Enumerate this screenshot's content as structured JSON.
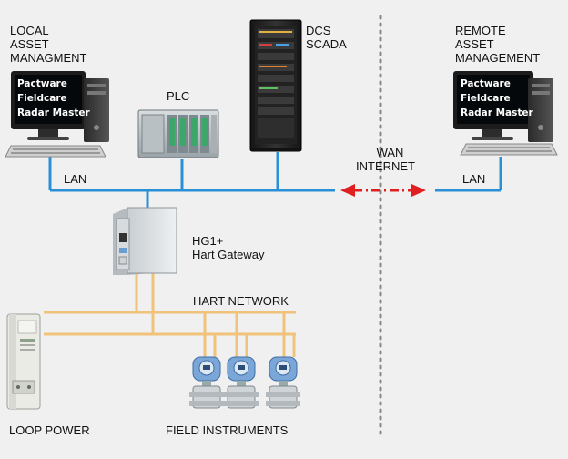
{
  "labels": {
    "local_title": [
      "LOCAL",
      "ASSET",
      "MANAGMENT"
    ],
    "remote_title": [
      "REMOTE",
      "ASSET",
      "MANAGEMENT"
    ],
    "dcs": [
      "DCS",
      "SCADA"
    ],
    "plc": "PLC",
    "wan": [
      "WAN",
      "INTERNET"
    ],
    "lan_left": "LAN",
    "lan_right": "LAN",
    "gateway": [
      "HG1+",
      "Hart Gateway"
    ],
    "hart_network": "HART NETWORK",
    "loop_power": "LOOP POWER",
    "field_instruments": "FIELD INSTRUMENTS"
  },
  "screen_software": [
    "Pactware",
    "Fieldcare",
    "Radar Master"
  ],
  "colors": {
    "lan": "#2b8fd6",
    "hart": "#f0c27a",
    "wan_arrow": "#e02020",
    "divider": "#888888"
  }
}
